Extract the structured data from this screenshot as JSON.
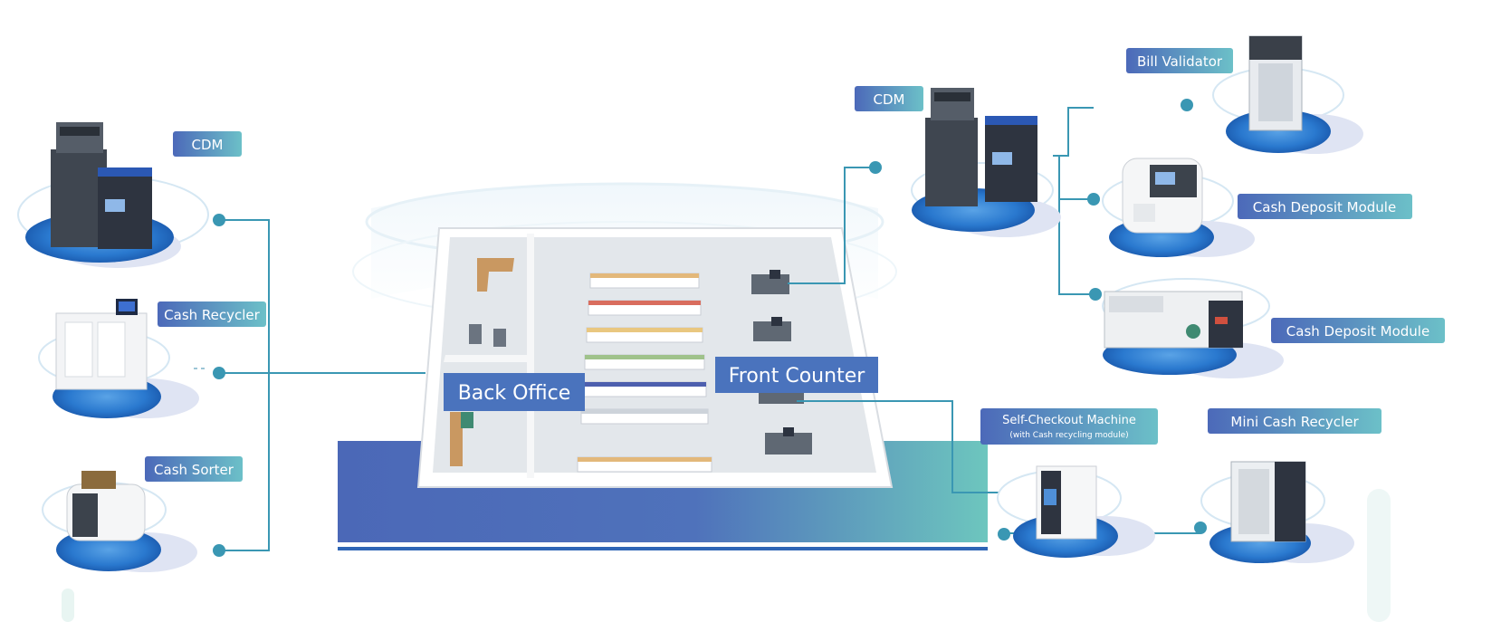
{
  "colors": {
    "tag_gradient_start": "#4c69b9",
    "tag_gradient_end": "#6cc0c8",
    "connector": "#3a97b3",
    "base_blue": "#4b68b7",
    "base_teal": "#6dc6be",
    "disc": "#2f7fd0"
  },
  "zones": {
    "back_office": "Back Office",
    "front_counter": "Front Counter"
  },
  "left_devices": {
    "cdm": "CDM",
    "cash_recycler": "Cash Recycler",
    "cash_sorter": "Cash Sorter"
  },
  "right_devices": {
    "cdm": "CDM",
    "bill_validator": "Bill Validator",
    "cash_deposit_module_1": "Cash Deposit Module",
    "cash_deposit_module_2": "Cash Deposit Module",
    "self_checkout": "Self-Checkout Machine",
    "self_checkout_sub": "(with Cash recycling module)",
    "mini_cash_recycler": "Mini Cash Recycler"
  }
}
